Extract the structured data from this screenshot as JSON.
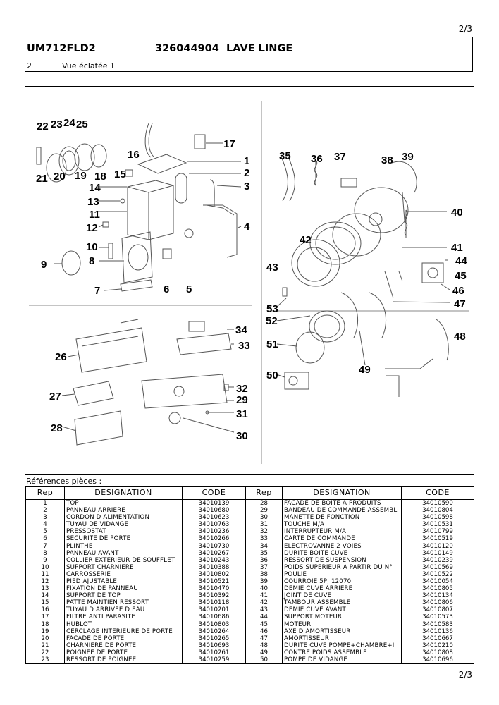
{
  "page_number": "2/3",
  "header": {
    "model": "UM712FLD2",
    "ref_number": "326044904",
    "product": "LAVE LINGE",
    "view_index": "2",
    "view_label": "Vue éclatée 1"
  },
  "diagram": {
    "labels": [
      "1",
      "2",
      "3",
      "4",
      "5",
      "6",
      "7",
      "8",
      "9",
      "10",
      "11",
      "12",
      "13",
      "14",
      "15",
      "16",
      "17",
      "18",
      "19",
      "20",
      "21",
      "22",
      "23",
      "24",
      "25",
      "26",
      "27",
      "28",
      "29",
      "30",
      "31",
      "32",
      "33",
      "34",
      "35",
      "36",
      "37",
      "38",
      "39",
      "40",
      "41",
      "42",
      "43",
      "44",
      "45",
      "46",
      "47",
      "48",
      "49",
      "50",
      "51",
      "52",
      "53"
    ]
  },
  "references": {
    "title": "Références pièces  :",
    "columns": [
      "Rep",
      "DESIGNATION",
      "CODE",
      "Rep",
      "DESIGNATION",
      "CODE"
    ],
    "rows": [
      [
        "1",
        "TOP",
        "34010139",
        "28",
        "FACADE DE BOITE A PRODUITS",
        "34010590"
      ],
      [
        "2",
        "PANNEAU ARRIERE",
        "34010680",
        "29",
        "BANDEAU DE COMMANDE ASSEMBL",
        "34010804"
      ],
      [
        "3",
        "CORDON D ALIMENTATION",
        "34010623",
        "30",
        "MANETTE DE FONCTION",
        "34010598"
      ],
      [
        "4",
        "TUYAU DE VIDANGE",
        "34010763",
        "31",
        "TOUCHE M/A",
        "34010531"
      ],
      [
        "5",
        "PRESSOSTAT",
        "34010236",
        "32",
        "INTERRUPTEUR M/A",
        "34010799"
      ],
      [
        "6",
        "SECURITE DE PORTE",
        "34010266",
        "33",
        "CARTE DE COMMANDE",
        "34010519"
      ],
      [
        "7",
        "PLINTHE",
        "34010730",
        "34",
        "ELECTROVANNE 2 VOIES",
        "34010120"
      ],
      [
        "8",
        "PANNEAU AVANT",
        "34010267",
        "35",
        "DURITE BOITE CUVE",
        "34010149"
      ],
      [
        "9",
        "COLLIER EXTERIEUR DE SOUFFLET",
        "34010243",
        "36",
        "RESSORT DE SUSPENSION",
        "34010239"
      ],
      [
        "10",
        "SUPPORT CHARNIERE",
        "34010388",
        "37",
        "POIDS SUPERIEUR A PARTIR DU N°",
        "34010569"
      ],
      [
        "11",
        "CARROSSERIE",
        "34010802",
        "38",
        "POULIE",
        "34010522"
      ],
      [
        "12",
        "PIED AJUSTABLE",
        "34010521",
        "39",
        "COURROIE 5PJ 12070",
        "34010054"
      ],
      [
        "13",
        "FIXATION DE PANNEAU",
        "34010470",
        "40",
        "DEMIE CUVE ARRIERE",
        "34010805"
      ],
      [
        "14",
        "SUPPORT DE TOP",
        "34010392",
        "41",
        "JOINT DE CUVE",
        "34010134"
      ],
      [
        "15",
        "PATTE MAINTIEN RESSORT",
        "34010118",
        "42",
        "TAMBOUR ASSEMBLE",
        "34010806"
      ],
      [
        "16",
        "TUYAU D ARRIVEE D EAU",
        "34010201",
        "43",
        "DEMIE CUVE AVANT",
        "34010807"
      ],
      [
        "17",
        "FILTRE ANTI PARASITE",
        "34010686",
        "44",
        "SUPPORT MOTEUR",
        "34010573"
      ],
      [
        "18",
        "HUBLOT",
        "34010803",
        "45",
        "MOTEUR",
        "34010583"
      ],
      [
        "19",
        "CERCLAGE INTERIEURE DE PORTE",
        "34010264",
        "46",
        "AXE D AMORTISSEUR",
        "34010136"
      ],
      [
        "20",
        "FACADE DE PORTE",
        "34010265",
        "47",
        "AMORTISSEUR",
        "34010667"
      ],
      [
        "21",
        "CHARNIERE DE PORTE",
        "34010693",
        "48",
        "DURITE CUVE POMPE+CHAMBRE+I",
        "34010210"
      ],
      [
        "22",
        "POIGNEE DE PORTE",
        "34010261",
        "49",
        "CONTRE POIDS ASSEMBLE",
        "34010808"
      ],
      [
        "23",
        "RESSORT DE POIGNEE",
        "34010259",
        "50",
        "POMPE DE VIDANGE",
        "34010696"
      ]
    ]
  }
}
